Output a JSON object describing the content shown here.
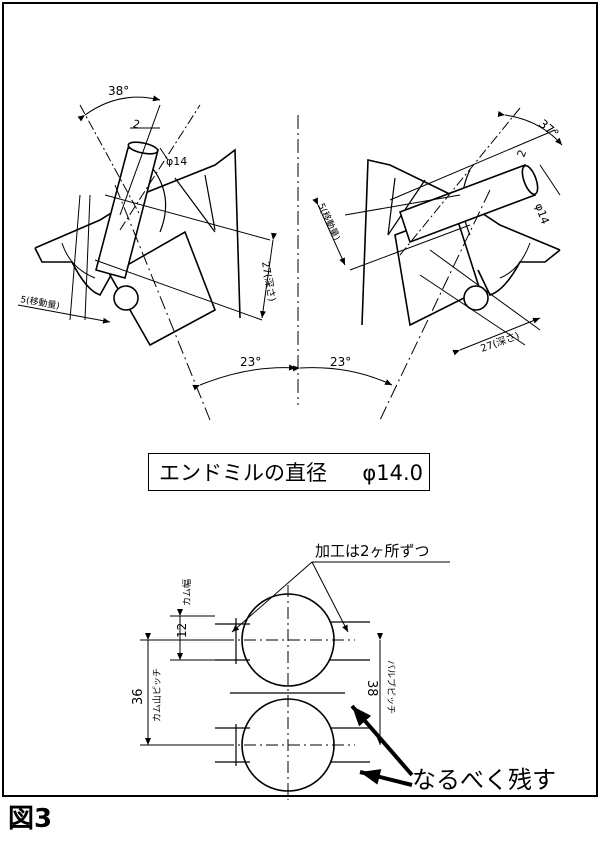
{
  "figure_label": "図3",
  "spec": {
    "label": "エンドミルの直径",
    "value": "φ14.0"
  },
  "upper_left": {
    "angle": "38°",
    "offset": "2",
    "diameter": "φ14",
    "move": "5(移動量)",
    "depth": "27(深さ)"
  },
  "upper_right": {
    "angle": "37°",
    "offset": "2",
    "diameter": "φ14",
    "move": "5(移動量)",
    "depth": "27(深さ)"
  },
  "tilt_left": "23°",
  "tilt_right": "23°",
  "bottom": {
    "note": "加工は2ヶ所ずつ",
    "cam_width_value": "12",
    "cam_width_label": "カム幅",
    "cam_pitch_value": "36",
    "cam_pitch_label": "カム山ピッチ",
    "valve_pitch_value": "38",
    "valve_pitch_label": "バルブピッチ",
    "leave_note": "なるべく残す"
  }
}
